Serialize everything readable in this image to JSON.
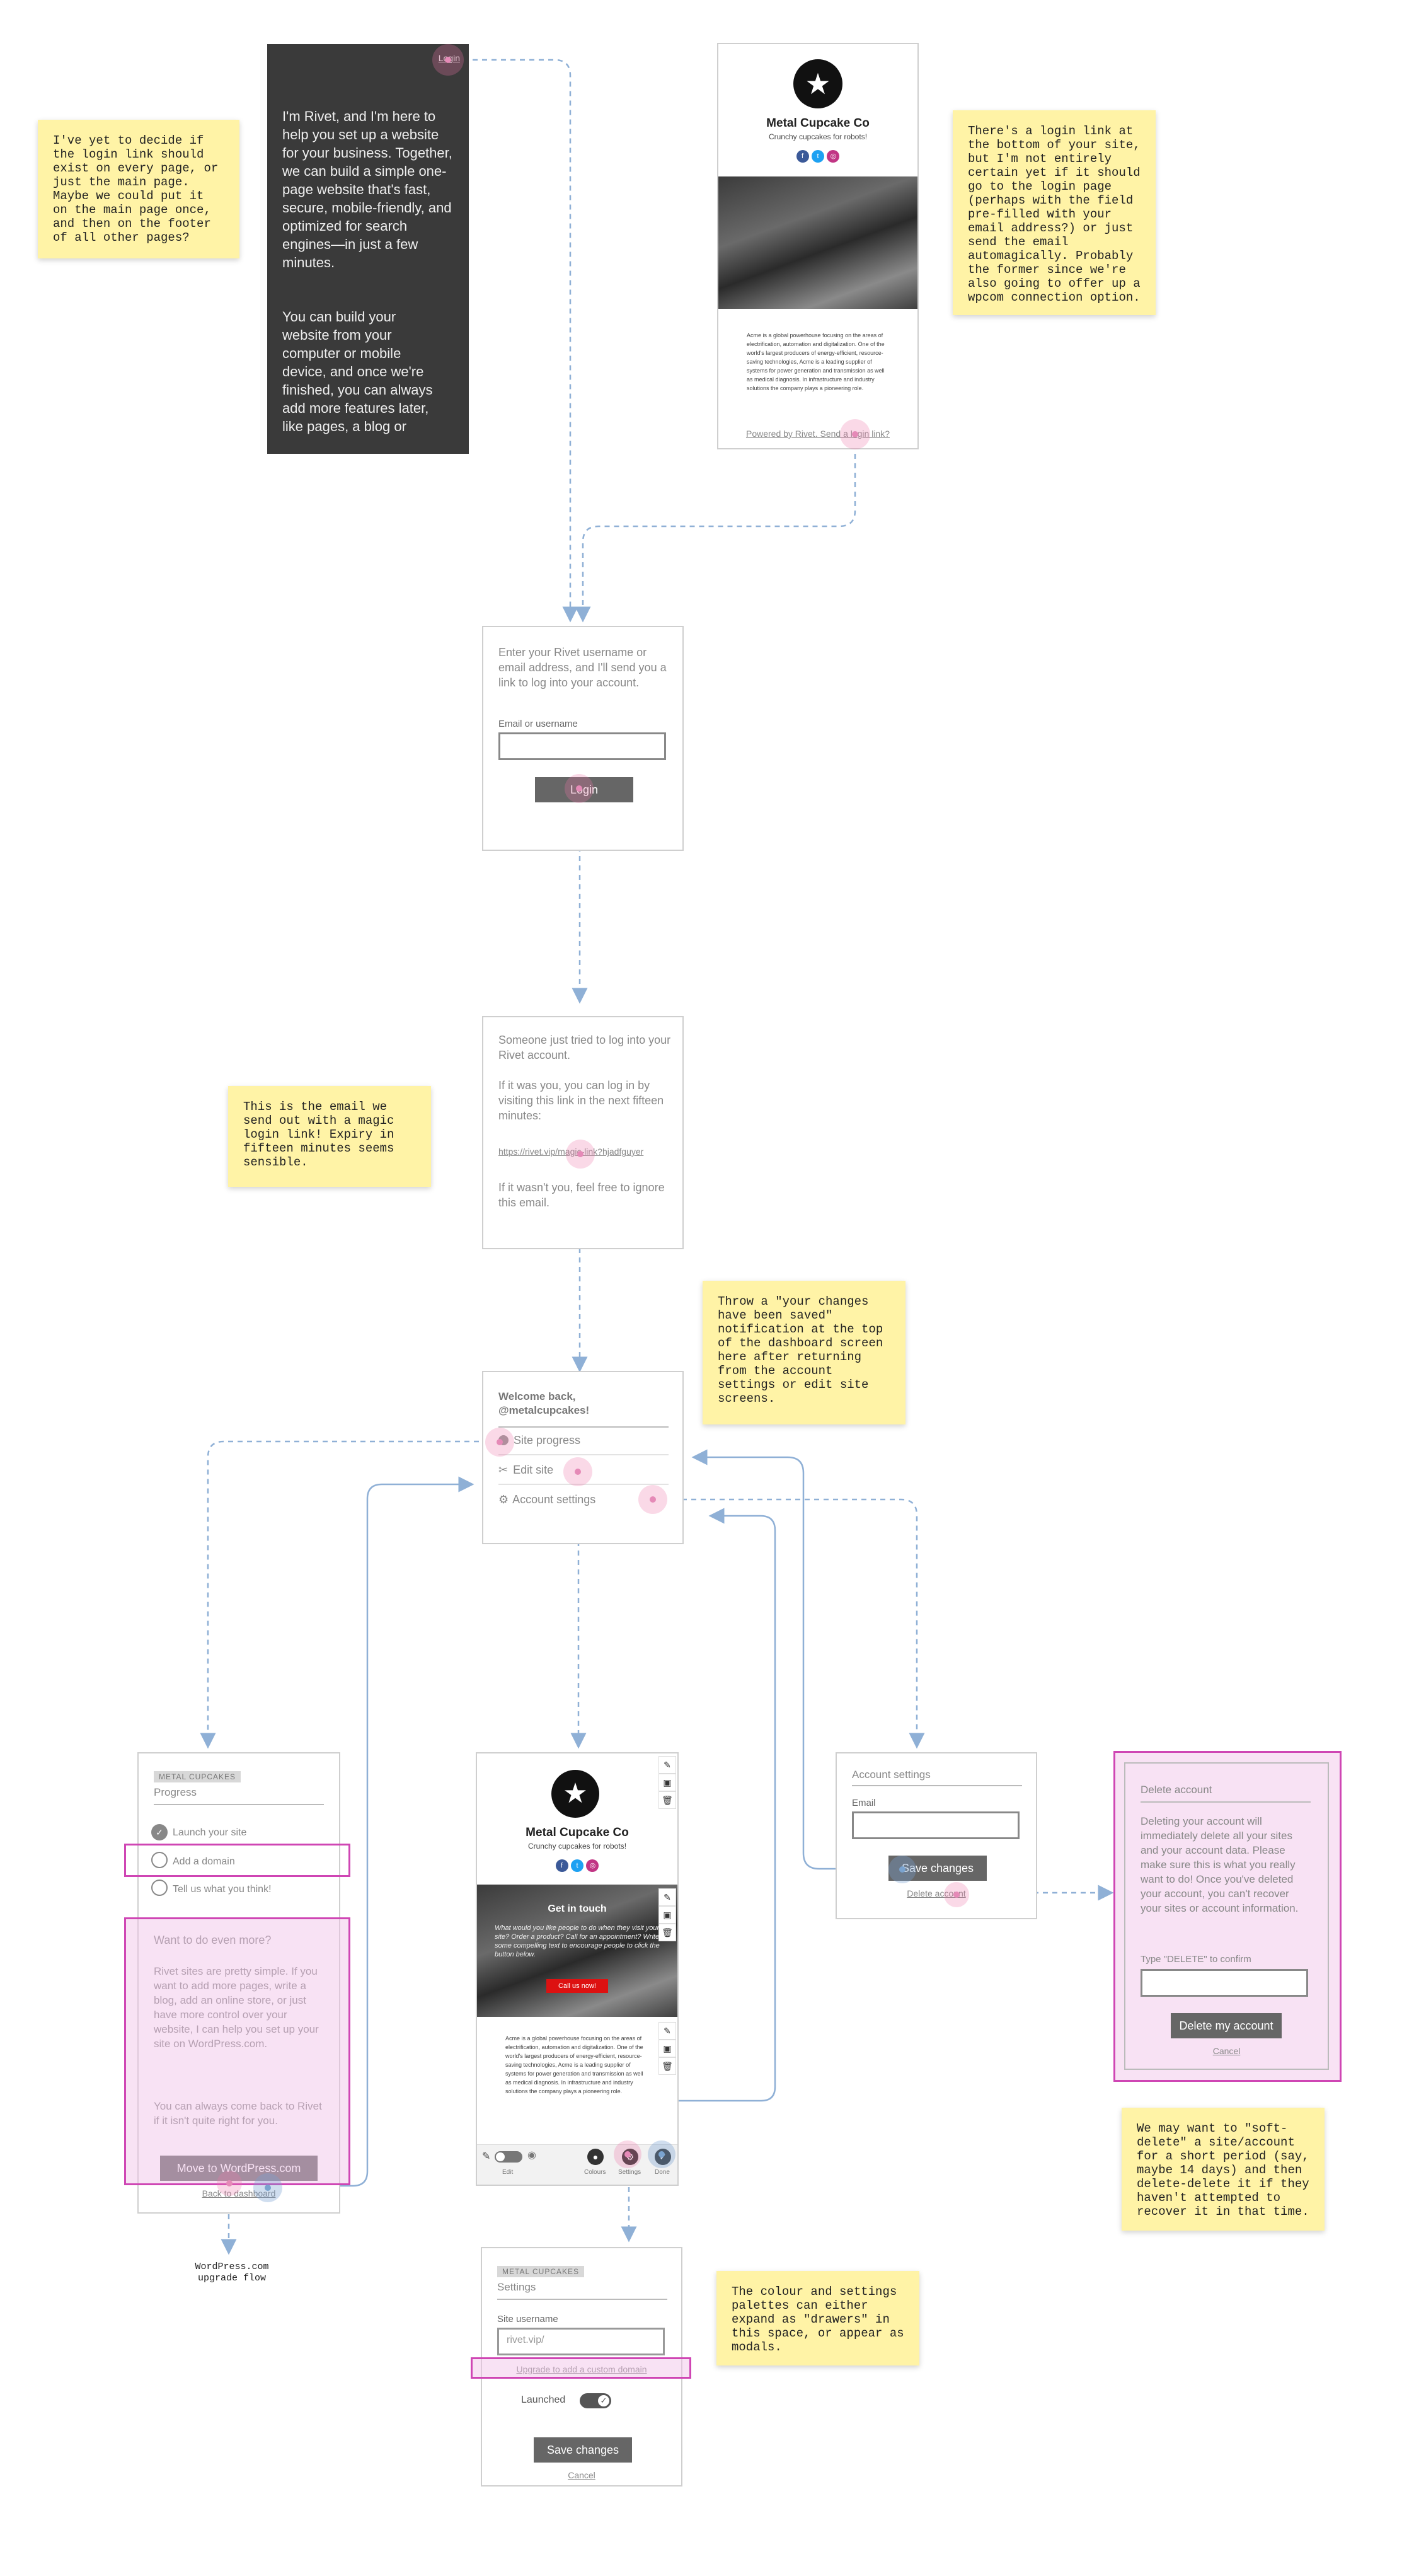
{
  "notes": {
    "login_link": "I've yet to decide if the login link should exist on every page, or just the main page. Maybe we could put it on the main page once, and then on the footer of all other pages?",
    "login_bottom": "There's a login link at the bottom of your site, but I'm not entirely certain yet if it should go to the login page (perhaps with the field pre-filled with your email address?) or just send the email automagically. Probably the former since we're also going to offer up a wpcom connection option.",
    "magic_email": "This is the email we send out with a magic login link! Expiry in fifteen minutes seems sensible.",
    "changes_saved": "Throw a \"your changes have been saved\" notification at the top of the dashboard screen here after returning from the account settings or edit site screens.",
    "soft_delete": "We may want to \"soft-delete\" a site/account for a short period (say, maybe 14 days) and then delete-delete it if they haven't attempted to recover it in that time.",
    "palettes": "The colour and settings palettes can either expand as \"drawers\" in this space, or appear as modals."
  },
  "intro": {
    "login": "Login",
    "p1": "I'm Rivet, and I'm here to help you set up a website for your business. Together, we can build a simple one-page website that's fast, secure, mobile-friendly, and optimized for search engines—in just a few minutes.",
    "p2": "You can build your website from your computer or mobile device, and once we're finished, you can always add more features later, like pages, a blog or"
  },
  "site": {
    "name": "Metal Cupcake Co",
    "tagline": "Crunchy cupcakes for robots!",
    "about": "Acme is a global powerhouse focusing on the areas of electrification, automation and digitalization. One of the world's largest producers of energy-efficient, resource-saving technologies, Acme is a leading supplier of systems for power generation and transmission as well as medical diagnosis. In infrastructure and industry solutions the company plays a pioneering role.",
    "footer": "Powered by Rivet. Send a login link?",
    "cta_title": "Get in touch",
    "cta_text": "What would you like people to do when they visit your site? Order a product? Call for an appointment? Write some compelling text to encourage people to click the button below.",
    "cta_button": "Call us now!"
  },
  "login_form": {
    "intro": "Enter your Rivet username or email address, and I'll send you a link to log into your account.",
    "label": "Email or username",
    "button": "Login"
  },
  "email": {
    "p1": "Someone just tried to log into your Rivet account.",
    "p2": "If it was you, you can log in by visiting this link in the next fifteen minutes:",
    "link": "https://rivet.vip/magic-link?hjadfguyer",
    "p3": "If it wasn't you, feel free to ignore this email."
  },
  "dashboard": {
    "welcome": "Welcome back, @metalcupcakes!",
    "items": [
      "Site progress",
      "Edit site",
      "Account settings"
    ]
  },
  "progress": {
    "tag": "METAL CUPCAKES",
    "title": "Progress",
    "items": [
      "Launch your site",
      "Add a domain",
      "Tell us what you think!"
    ],
    "upsell_title": "Want to do even more?",
    "upsell_p1": "Rivet sites are pretty simple. If you want to add more pages, write a blog, add an online store, or just have more control over your website, I can help you set up your site on WordPress.com.",
    "upsell_p2": "You can always come back to Rivet if it isn't quite right for you.",
    "upsell_button": "Move to WordPress.com",
    "back": "Back to dashboard",
    "flow_label": "WordPress.com upgrade flow"
  },
  "editor": {
    "toolbar": [
      "Edit",
      "Colours",
      "Settings",
      "Done"
    ]
  },
  "account": {
    "title": "Account settings",
    "email_label": "Email",
    "save": "Save changes",
    "delete_link": "Delete account"
  },
  "delete": {
    "title": "Delete account",
    "body": "Deleting your account will immediately delete all your sites and your account data. Please make sure this is what you really want to do! Once you've deleted your account, you can't recover your sites or account information.",
    "confirm_label": "Type \"DELETE\" to confirm",
    "button": "Delete my account",
    "cancel": "Cancel"
  },
  "settings": {
    "tag": "METAL CUPCAKES",
    "title": "Settings",
    "username_label": "Site username",
    "username_value": "rivet.vip/",
    "upgrade_link": "Upgrade to add a custom domain",
    "launched": "Launched",
    "save": "Save changes",
    "cancel": "Cancel"
  },
  "colors": {
    "note": "#fff3a6",
    "highlight": "#cf46b4",
    "connector": "#8fb0d6",
    "dark_panel": "#3a3a3a"
  }
}
